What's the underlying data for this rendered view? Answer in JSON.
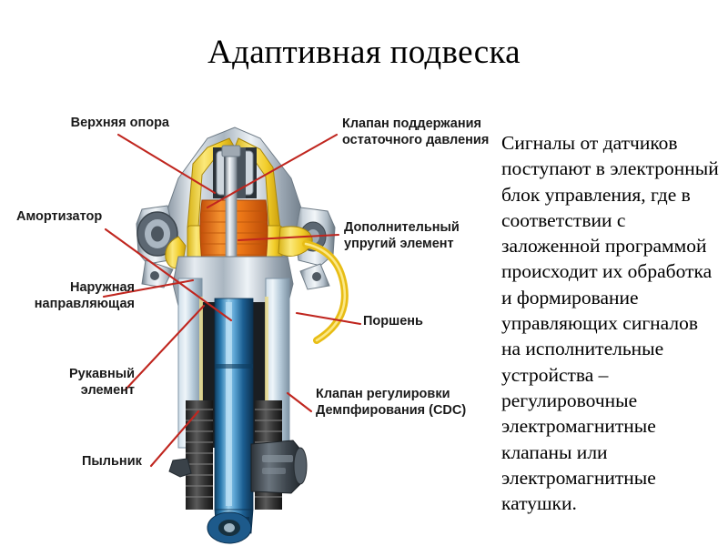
{
  "slide": {
    "title": "Адаптивная подвеска",
    "background_color": "#ffffff",
    "leader_line_color": "#c0261f",
    "text_color": "#000000"
  },
  "body_text": {
    "paragraph": "Сигналы от датчиков поступают в электронный блок управления, где в соответствии с заложенной программой происходит их обработка и формирование управляющих сигналов на исполнительные устройства – регулировочные электромагнитные клапаны или электромагнитные катушки."
  },
  "diagram": {
    "name": "adaptive-suspension-strut-cutaway",
    "colors": {
      "housing_silver": "#b9c3cc",
      "housing_dark": "#5d6b77",
      "spring_yellow": "#f2d230",
      "bellows_orange": "#e8701a",
      "cylinder_blue": "#1f6fa8",
      "cylinder_blue_light": "#89c2e4",
      "boot_dark": "#3c3c3c",
      "rod_chrome": "#d7dde2",
      "hose_yellow": "#f0c419"
    },
    "callouts": [
      {
        "id": "upper-mount",
        "label": "Верхняя опора",
        "side": "left"
      },
      {
        "id": "shock-absorber",
        "label": "Амортизатор",
        "side": "left"
      },
      {
        "id": "outer-guide",
        "label": "Наружная\nнаправляющая",
        "side": "left"
      },
      {
        "id": "sleeve-element",
        "label": "Рукавный\nэлемент",
        "side": "left"
      },
      {
        "id": "dust-boot",
        "label": "Пыльник",
        "side": "left"
      },
      {
        "id": "residual-pressure-valve",
        "label": "Клапан поддержания\nостаточного давления",
        "side": "right"
      },
      {
        "id": "additional-spring",
        "label": "Дополнительный\nупругий элемент",
        "side": "right"
      },
      {
        "id": "piston",
        "label": "Поршень",
        "side": "right"
      },
      {
        "id": "cdc-valve",
        "label": "Клапан регулировки\nДемпфирования (CDC)",
        "side": "right"
      }
    ]
  }
}
